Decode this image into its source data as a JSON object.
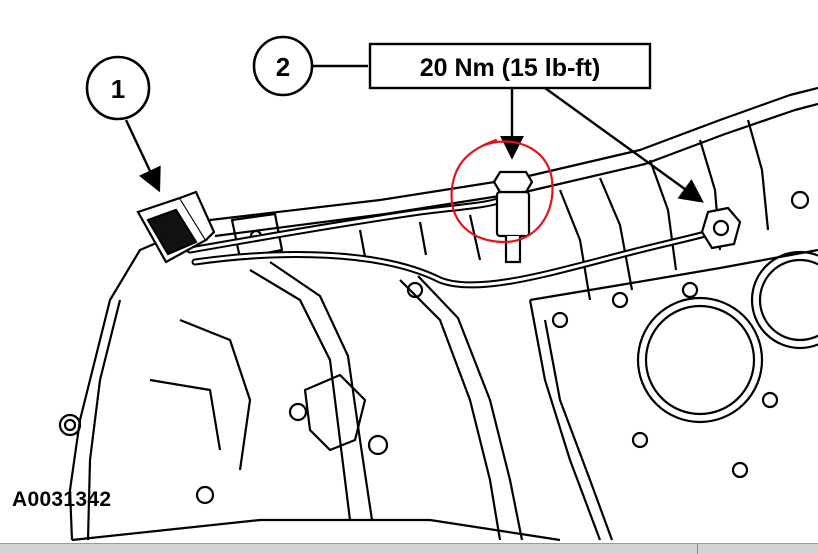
{
  "figure": {
    "reference_code": "A0031342",
    "callouts": [
      {
        "number": "1"
      },
      {
        "number": "2",
        "torque_label": "20 Nm (15 lb-ft)"
      }
    ],
    "highlight_color": "#e0141e",
    "line_color": "#000000"
  }
}
